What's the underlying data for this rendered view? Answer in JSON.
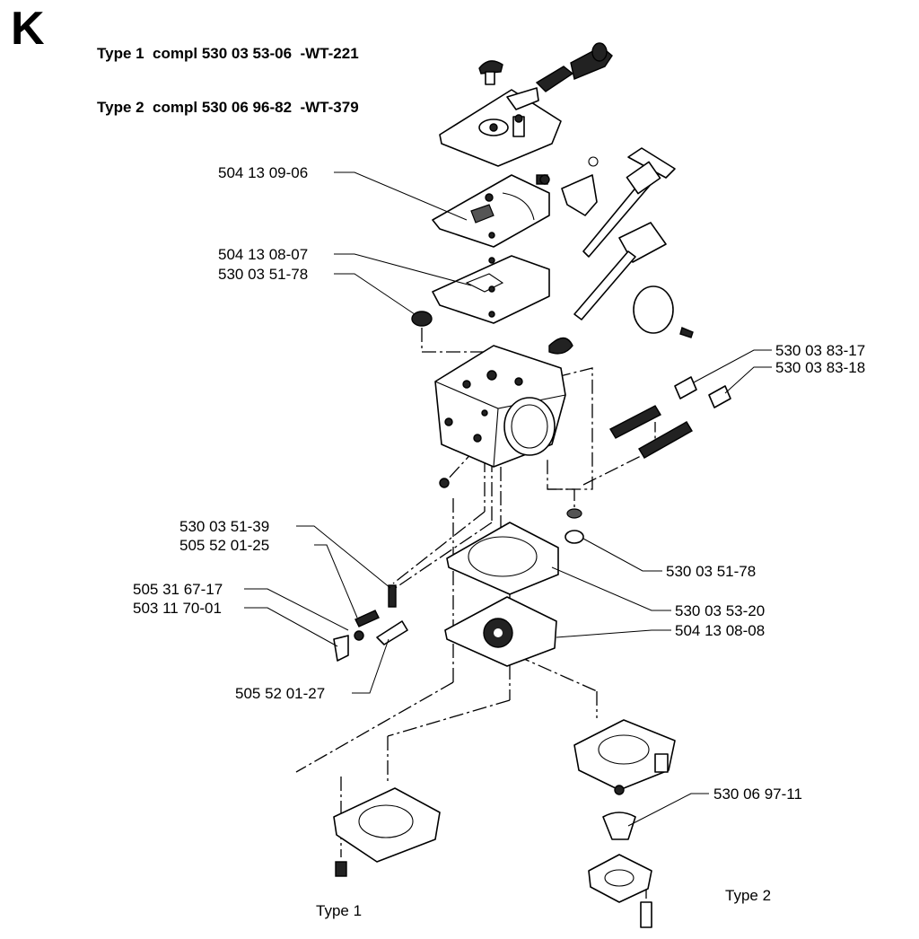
{
  "section_letter": "K",
  "header": {
    "line1": "Type 1  compl 530 03 53-06  -WT-221",
    "line2": "Type 2  compl 530 06 96-82  -WT-379"
  },
  "part_labels": {
    "p1": "504 13 09-06",
    "p2": "504 13 08-07",
    "p3": "530 03 51-78",
    "p4": "530 03 83-17",
    "p5": "530 03 83-18",
    "p6": "530 03 51-39",
    "p7": "505 52 01-25",
    "p8": "505 31 67-17",
    "p9": "503 11 70-01",
    "p10": "530 03 51-78",
    "p11": "530 03 53-20",
    "p12": "504 13 08-08",
    "p13": "505 52 01-27",
    "p14": "530 06 97-11"
  },
  "type_labels": {
    "type1": "Type 1",
    "type2": "Type 2"
  }
}
